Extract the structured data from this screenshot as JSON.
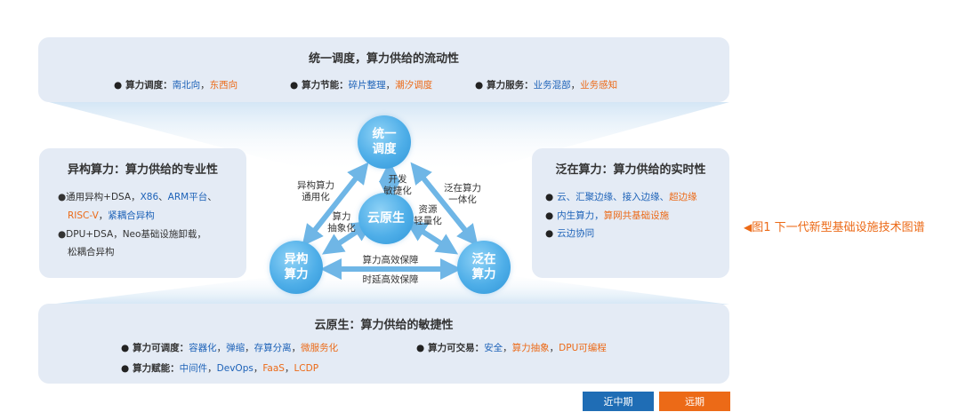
{
  "top_panel": {
    "title": "统一调度，算力供给的流动性",
    "items": [
      {
        "label": "算力调度：",
        "parts": [
          {
            "text": "南北向",
            "color": "blue"
          },
          {
            "text": "，",
            "color": "dark"
          },
          {
            "text": "东西向",
            "color": "orange"
          }
        ]
      },
      {
        "label": "算力节能：",
        "parts": [
          {
            "text": "碎片整理",
            "color": "blue"
          },
          {
            "text": "，",
            "color": "dark"
          },
          {
            "text": "潮汐调度",
            "color": "orange"
          }
        ]
      },
      {
        "label": "算力服务：",
        "parts": [
          {
            "text": "业务混部",
            "color": "blue"
          },
          {
            "text": "，",
            "color": "dark"
          },
          {
            "text": "业务感知",
            "color": "orange"
          }
        ]
      }
    ]
  },
  "left_panel": {
    "title": "异构算力：算力供给的专业性",
    "line1_prefix": "●通用异构+DSA，",
    "line1_a": "X86",
    "line1_sep": "、",
    "line1_b": "ARM平台",
    "line1_c": "、",
    "line2_a": "RISC-V",
    "line2_sep": "，",
    "line2_b": "紧耦合异构",
    "line3": "●DPU+DSA，Neo基础设施卸载，",
    "line4": "松耦合异构"
  },
  "right_panel": {
    "title": "泛在算力：算力供给的实时性",
    "line1": [
      {
        "text": "云、汇聚边缘、接入边缘、",
        "color": "blue"
      },
      {
        "text": "超边缘",
        "color": "orange"
      }
    ],
    "line2": [
      {
        "text": "内生算力，",
        "color": "blue"
      },
      {
        "text": "算网共基础设施",
        "color": "orange"
      }
    ],
    "line3": [
      {
        "text": "云边协同",
        "color": "blue"
      }
    ]
  },
  "bottom_panel": {
    "title": "云原生：算力供给的敏捷性",
    "item1_label": "算力可调度：",
    "item1_parts": [
      {
        "text": "容器化",
        "color": "blue"
      },
      {
        "text": "，",
        "color": "dark"
      },
      {
        "text": "弹缩",
        "color": "blue"
      },
      {
        "text": "，",
        "color": "dark"
      },
      {
        "text": "存算分离",
        "color": "blue"
      },
      {
        "text": "，",
        "color": "dark"
      },
      {
        "text": "微服务化",
        "color": "orange"
      }
    ],
    "item2_label": "算力可交易：",
    "item2_parts": [
      {
        "text": "安全",
        "color": "blue"
      },
      {
        "text": "，",
        "color": "dark"
      },
      {
        "text": "算力抽象",
        "color": "orange"
      },
      {
        "text": "，",
        "color": "dark"
      },
      {
        "text": "DPU可编程",
        "color": "orange"
      }
    ],
    "item3_label": "算力赋能：",
    "item3_parts": [
      {
        "text": "中间件",
        "color": "blue"
      },
      {
        "text": "，",
        "color": "dark"
      },
      {
        "text": "DevOps",
        "color": "blue"
      },
      {
        "text": "，",
        "color": "dark"
      },
      {
        "text": "FaaS",
        "color": "orange"
      },
      {
        "text": "，",
        "color": "dark"
      },
      {
        "text": "LCDP",
        "color": "orange"
      }
    ]
  },
  "circles": {
    "top_l1": "统一",
    "top_l2": "调度",
    "left_l1": "异构",
    "left_l2": "算力",
    "right_l1": "泛在",
    "right_l2": "算力",
    "center": "云原生"
  },
  "arrow_labels": {
    "left_l1": "异构算力",
    "left_l2": "通用化",
    "top_l1": "开发",
    "top_l2": "敏捷化",
    "right_l1": "泛在算力",
    "right_l2": "一体化",
    "center_left_l1": "算力",
    "center_left_l2": "抽象化",
    "center_right_l1": "资源",
    "center_right_l2": "轻量化",
    "bottom_top": "算力高效保障",
    "bottom_bottom": "时延高效保障"
  },
  "caption": "图1  下一代新型基础设施技术图谱",
  "legend": {
    "near": "近中期",
    "far": "远期"
  },
  "colors": {
    "blue": "#1d62b8",
    "orange": "#ec6a17",
    "panel": "#e4ebf5",
    "arrow": "#6fb6e6",
    "legend_near": "#1f6db5",
    "legend_far": "#ec6a17"
  }
}
